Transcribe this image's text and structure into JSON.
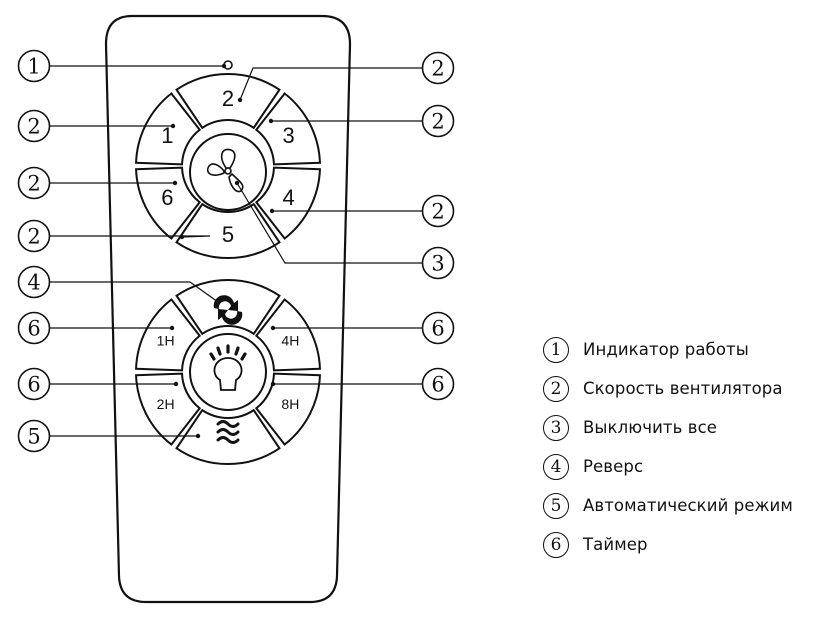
{
  "speed_buttons": [
    "2",
    "3",
    "4",
    "5",
    "6",
    "1"
  ],
  "timer_buttons": [
    "1H",
    "4H",
    "2H",
    "8H"
  ],
  "callouts": [
    "1",
    "2",
    "3",
    "4",
    "5",
    "6"
  ],
  "legend": [
    {
      "num": "1",
      "text": "Индикатор работы"
    },
    {
      "num": "2",
      "text": "Скорость вентилятора"
    },
    {
      "num": "3",
      "text": "Выключить все"
    },
    {
      "num": "4",
      "text": "Реверс"
    },
    {
      "num": "5",
      "text": "Автоматический режим"
    },
    {
      "num": "6",
      "text": "Таймер"
    }
  ],
  "icons": {
    "power": "fan-blade-icon",
    "reverse": "reverse-arrows-icon",
    "auto": "wave-icon",
    "light": "bulb-icon"
  },
  "colors": {
    "ink": "#111111",
    "background": "#ffffff"
  }
}
